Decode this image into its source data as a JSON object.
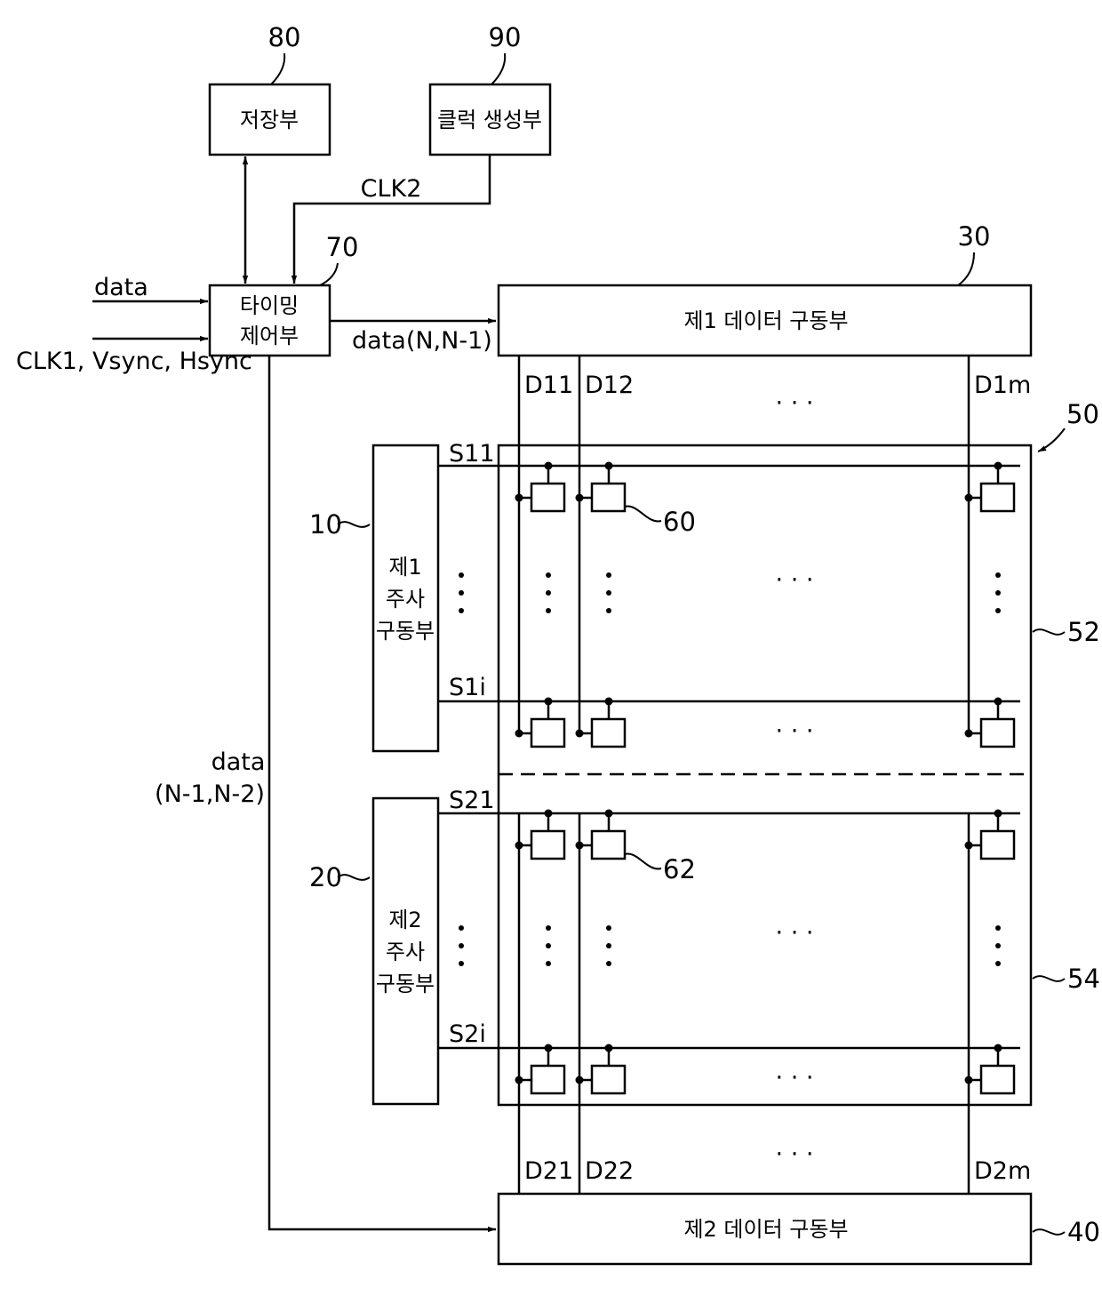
{
  "blocks": {
    "storage": {
      "label": "저장부",
      "ref": "80"
    },
    "clock_gen": {
      "label": "클럭 생성부",
      "ref": "90"
    },
    "timing_ctrl": {
      "line1": "타이밍",
      "line2": "제어부",
      "ref": "70"
    },
    "data_driver1": {
      "label": "제1 데이터 구동부",
      "ref": "30"
    },
    "data_driver2": {
      "label": "제2 데이터 구동부",
      "ref": "40"
    },
    "scan_driver1": {
      "line1": "제1",
      "line2": "주사",
      "line3": "구동부",
      "ref": "10"
    },
    "scan_driver2": {
      "line1": "제2",
      "line2": "주사",
      "line3": "구동부",
      "ref": "20"
    }
  },
  "panel": {
    "ref": "50",
    "upper_ref": "52",
    "lower_ref": "54",
    "pixel1_ref": "60",
    "pixel2_ref": "62"
  },
  "signals": {
    "clk2": "CLK2",
    "data_in": "data",
    "clk_in": "CLK1, Vsync, Hsync",
    "data_to_d1": "data(N,N-1)",
    "data_to_d2_line1": "data",
    "data_to_d2_line2": "(N-1,N-2)"
  },
  "lines": {
    "data_top": [
      "D11",
      "D12",
      "D1m"
    ],
    "data_bottom": [
      "D21",
      "D22",
      "D2m"
    ],
    "scan_upper": [
      "S11",
      "S1i"
    ],
    "scan_lower": [
      "S21",
      "S2i"
    ]
  },
  "ellipsis": "· · ·"
}
